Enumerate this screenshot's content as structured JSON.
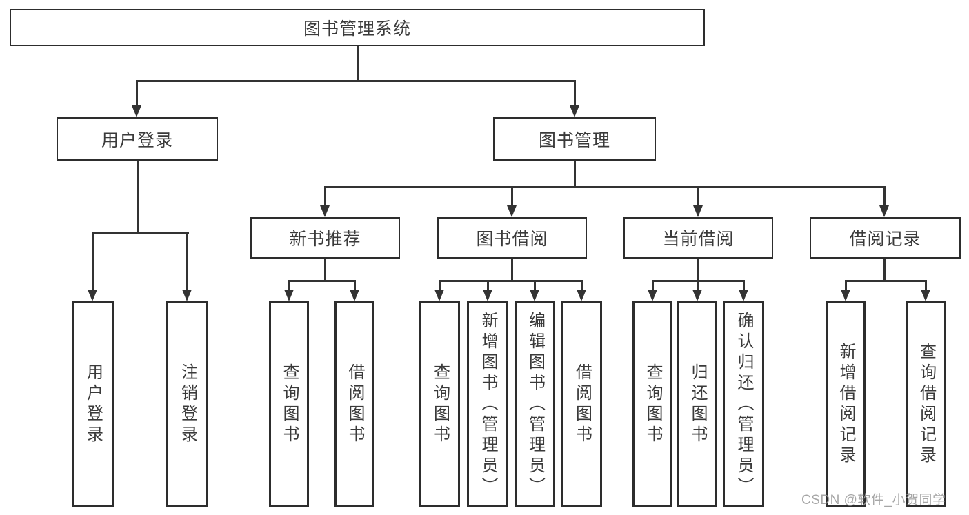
{
  "colors": {
    "background": "#ffffff",
    "line": "#333333",
    "box_border": "#2d2d2d",
    "text": "#3a3a3a",
    "watermark": "#9d9d9d"
  },
  "tree": {
    "root": {
      "label": "图书管理系统"
    },
    "branches": [
      {
        "label": "用户登录",
        "children": [
          {
            "label": "用户登录"
          },
          {
            "label": "注销登录"
          }
        ]
      },
      {
        "label": "图书管理",
        "children": [
          {
            "label": "新书推荐",
            "children": [
              {
                "label": "查询图书"
              },
              {
                "label": "借阅图书"
              }
            ]
          },
          {
            "label": "图书借阅",
            "children": [
              {
                "label": "查询图书"
              },
              {
                "label": "新增图书（管理员）"
              },
              {
                "label": "编辑图书（管理员）"
              },
              {
                "label": "借阅图书"
              }
            ]
          },
          {
            "label": "当前借阅",
            "children": [
              {
                "label": "查询图书"
              },
              {
                "label": "归还图书"
              },
              {
                "label": "确认归还（管理员）"
              }
            ]
          },
          {
            "label": "借阅记录",
            "children": [
              {
                "label": "新增借阅记录"
              },
              {
                "label": "查询借阅记录"
              }
            ]
          }
        ]
      }
    ]
  },
  "watermark": {
    "text": "CSDN @软件_小贺同学"
  }
}
